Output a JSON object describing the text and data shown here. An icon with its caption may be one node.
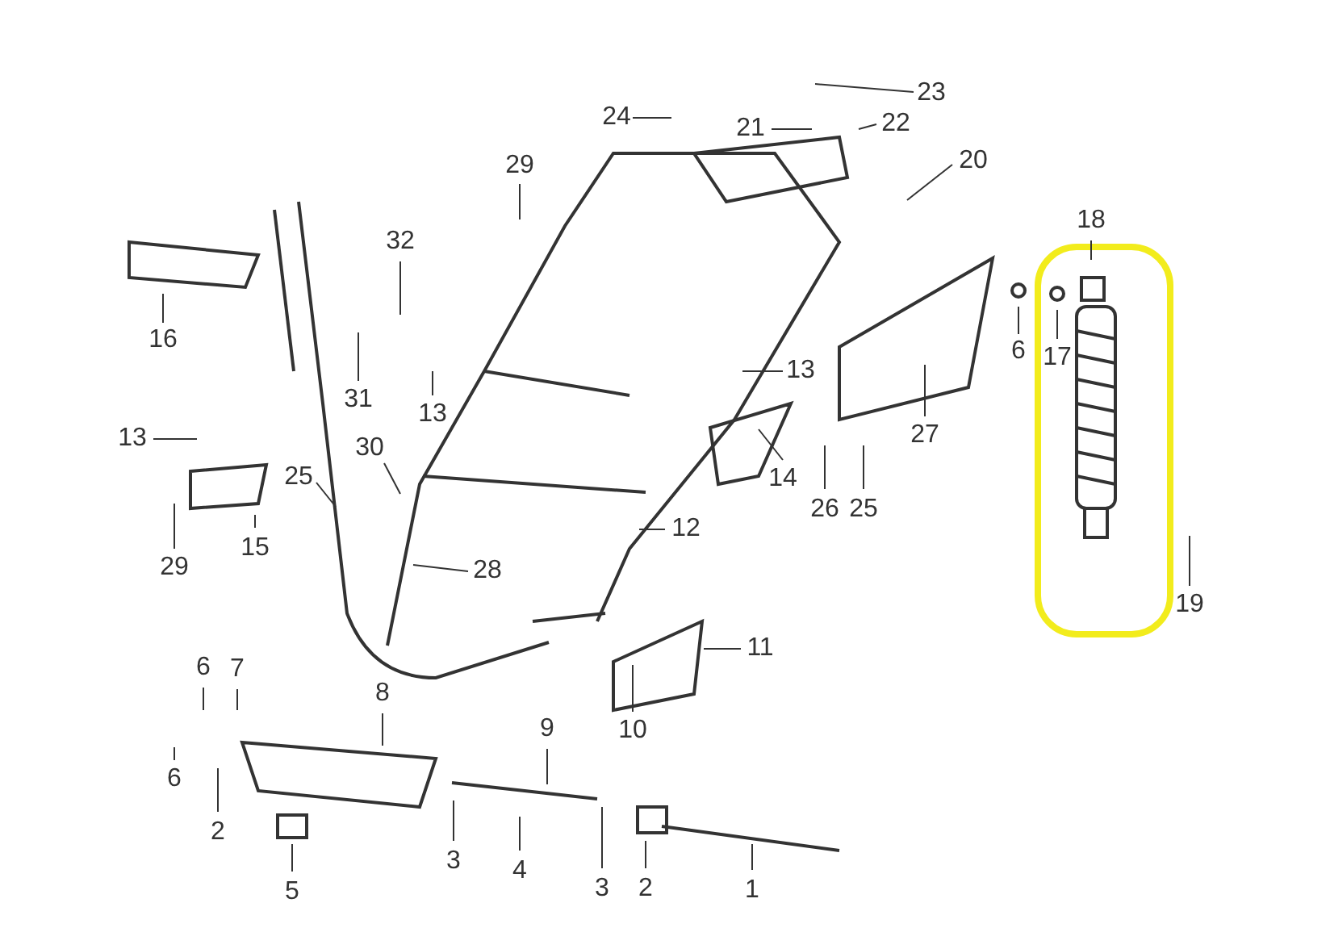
{
  "diagram": {
    "nodes": [
      {
        "text": [
          "23"
        ]
      },
      {
        "text": [
          "24"
        ]
      },
      {
        "text": [
          "21"
        ]
      },
      {
        "text": [
          "22"
        ]
      },
      {
        "text": [
          "20"
        ]
      },
      {
        "text": [
          "29"
        ]
      },
      {
        "text": [
          "18"
        ]
      },
      {
        "text": [
          "32"
        ]
      },
      {
        "text": [
          "16"
        ]
      },
      {
        "text": [
          "6"
        ]
      },
      {
        "text": [
          "17"
        ]
      },
      {
        "text": [
          "31"
        ]
      },
      {
        "text": [
          "13"
        ]
      },
      {
        "text": [
          "13"
        ]
      },
      {
        "text": [
          "27"
        ]
      },
      {
        "text": [
          "13"
        ]
      },
      {
        "text": [
          "30"
        ]
      },
      {
        "text": [
          "25"
        ]
      },
      {
        "text": [
          "14"
        ]
      },
      {
        "text": [
          "26"
        ]
      },
      {
        "text": [
          "25"
        ]
      },
      {
        "text": [
          "29"
        ]
      },
      {
        "text": [
          "15"
        ]
      },
      {
        "text": [
          "12"
        ]
      },
      {
        "text": [
          "28"
        ]
      },
      {
        "text": [
          "19"
        ]
      },
      {
        "text": [
          "11"
        ]
      },
      {
        "text": [
          "10"
        ]
      },
      {
        "text": [
          "6"
        ]
      },
      {
        "text": [
          "7"
        ]
      },
      {
        "text": [
          "8"
        ]
      },
      {
        "text": [
          "9"
        ]
      },
      {
        "text": [
          "6"
        ]
      },
      {
        "text": [
          "2"
        ]
      },
      {
        "text": [
          "3"
        ]
      },
      {
        "text": [
          "4"
        ]
      },
      {
        "text": [
          "3"
        ]
      },
      {
        "text": [
          "2"
        ]
      },
      {
        "text": [
          "5"
        ]
      },
      {
        "text": [
          "1"
        ]
      }
    ],
    "edges": [
      {
        "from": 0,
        "to": null,
        "arrow": "none"
      },
      {
        "from": 1,
        "to": null,
        "arrow": "none"
      },
      {
        "from": 2,
        "to": null,
        "arrow": "none"
      },
      {
        "from": 3,
        "to": null,
        "arrow": "none"
      },
      {
        "from": 4,
        "to": null,
        "arrow": "none"
      },
      {
        "from": 5,
        "to": null,
        "arrow": "none"
      },
      {
        "from": 6,
        "to": null,
        "arrow": "none"
      },
      {
        "from": 7,
        "to": null,
        "arrow": "none"
      },
      {
        "from": 8,
        "to": null,
        "arrow": "none"
      },
      {
        "from": 9,
        "to": null,
        "arrow": "none"
      },
      {
        "from": 10,
        "to": null,
        "arrow": "none"
      },
      {
        "from": 11,
        "to": null,
        "arrow": "none"
      },
      {
        "from": 12,
        "to": null,
        "arrow": "none"
      },
      {
        "from": 13,
        "to": null,
        "arrow": "none"
      },
      {
        "from": 14,
        "to": null,
        "arrow": "none"
      },
      {
        "from": 15,
        "to": null,
        "arrow": "none"
      },
      {
        "from": 16,
        "to": null,
        "arrow": "none"
      },
      {
        "from": 17,
        "to": null,
        "arrow": "none"
      },
      {
        "from": 18,
        "to": null,
        "arrow": "none"
      },
      {
        "from": 19,
        "to": null,
        "arrow": "none"
      },
      {
        "from": 20,
        "to": null,
        "arrow": "none"
      },
      {
        "from": 21,
        "to": null,
        "arrow": "none"
      },
      {
        "from": 22,
        "to": null,
        "arrow": "none"
      },
      {
        "from": 23,
        "to": null,
        "arrow": "none"
      },
      {
        "from": 24,
        "to": null,
        "arrow": "none"
      },
      {
        "from": 25,
        "to": null,
        "arrow": "none"
      },
      {
        "from": 26,
        "to": null,
        "arrow": "none"
      },
      {
        "from": 27,
        "to": null,
        "arrow": "none"
      },
      {
        "from": 28,
        "to": null,
        "arrow": "none"
      },
      {
        "from": 29,
        "to": null,
        "arrow": "none"
      },
      {
        "from": 30,
        "to": null,
        "arrow": "none"
      },
      {
        "from": 31,
        "to": null,
        "arrow": "none"
      },
      {
        "from": 32,
        "to": null,
        "arrow": "none"
      },
      {
        "from": 33,
        "to": null,
        "arrow": "none"
      },
      {
        "from": 34,
        "to": null,
        "arrow": "none"
      },
      {
        "from": 35,
        "to": null,
        "arrow": "none"
      },
      {
        "from": 36,
        "to": null,
        "arrow": "none"
      },
      {
        "from": 37,
        "to": null,
        "arrow": "none"
      },
      {
        "from": 38,
        "to": null,
        "arrow": "none"
      },
      {
        "from": 39,
        "to": null,
        "arrow": "none"
      }
    ]
  }
}
